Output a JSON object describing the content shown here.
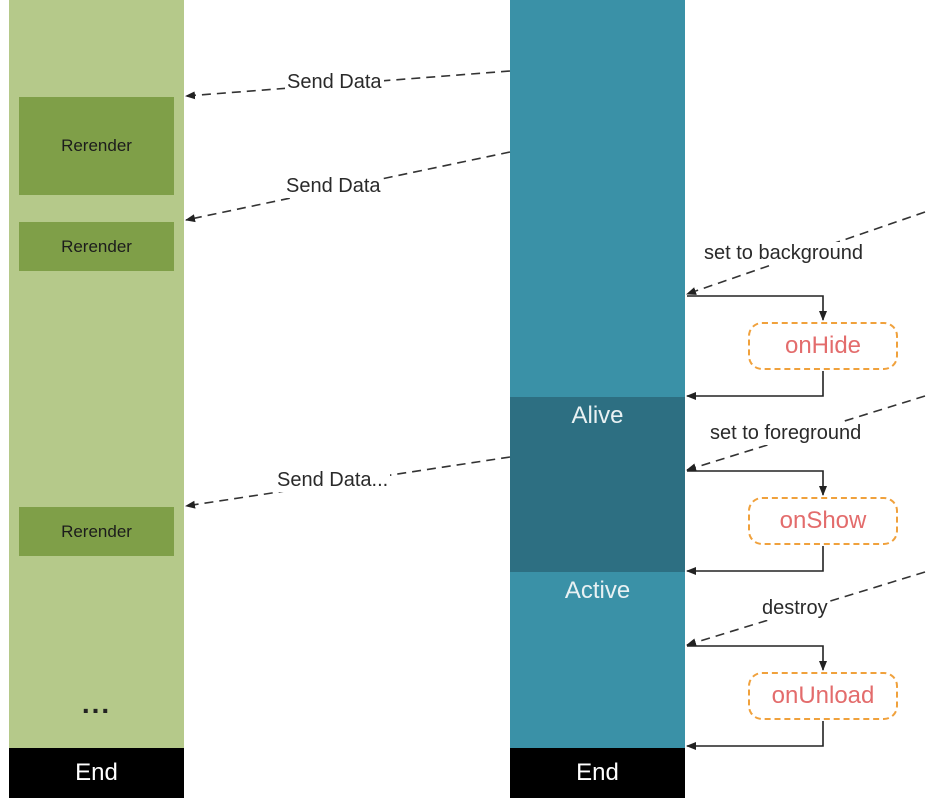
{
  "diagram": {
    "states": {
      "alive": "Alive",
      "active": "Active"
    },
    "end_label": "End",
    "ellipsis": "...",
    "rerender_label": "Rerender",
    "messages": {
      "send_data_1": "Send Data",
      "send_data_2": "Send Data",
      "send_data_3": "Send Data...",
      "set_background": "set to background",
      "set_foreground": "set to foreground",
      "destroy": "destroy"
    },
    "hooks": {
      "on_hide": "onHide",
      "on_show": "onShow",
      "on_unload": "onUnload"
    },
    "colors": {
      "view_thread": "#b5c98a",
      "rerender_block": "#7f9f48",
      "logic_thread": "#3a91a7",
      "alive_state": "#2d6f82",
      "hook_border": "#f0a13c",
      "hook_text": "#e36c6c"
    }
  }
}
